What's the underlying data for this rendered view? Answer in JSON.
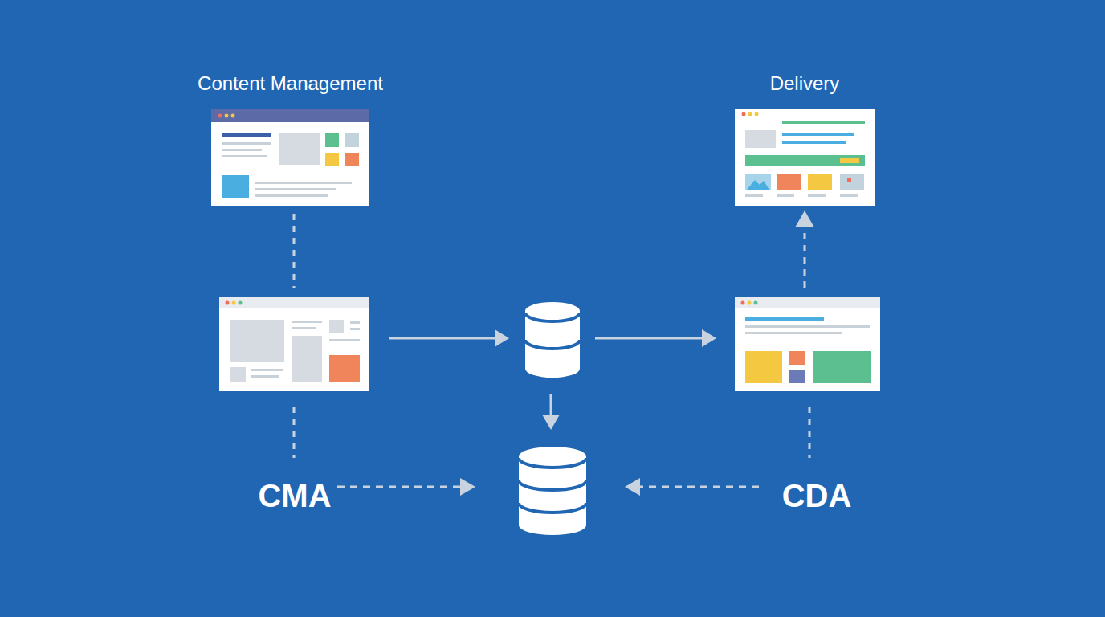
{
  "diagram": {
    "nodes": [
      {
        "text": [
          "Content Management"
        ]
      },
      {
        "text": [
          "Delivery"
        ]
      }
    ],
    "labels": [
      "CMA",
      "CDA"
    ]
  }
}
